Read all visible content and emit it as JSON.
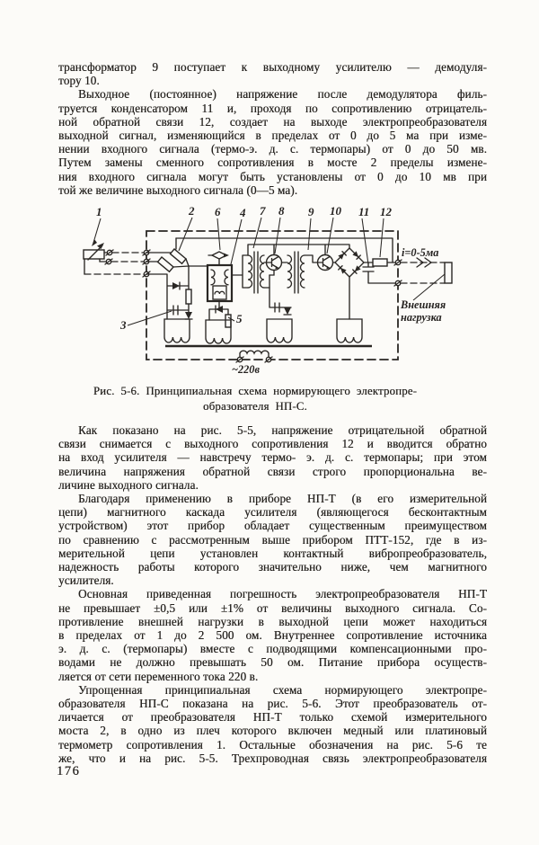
{
  "page": {
    "number": "176"
  },
  "content": {
    "paras": [
      {
        "indent": false,
        "lines": [
          "трансформатор 9 поступает к выходному усилителю — демодуля-",
          "тору 10."
        ]
      },
      {
        "indent": true,
        "lines": [
          "Выходное (постоянное) напряжение после демодулятора филь-",
          "труется конденсатором 11 и, проходя по сопротивлению отрицатель-",
          "ной обратной связи 12, создает на выходе электропреобразователя",
          "выходной сигнал, изменяющийся в пределах от 0 до 5 ма при изме-",
          "нении входного сигнала (термо-э. д. с. термопары) от 0 до 50 мв.",
          "Путем замены сменного сопротивления в мосте 2 пределы измене-",
          "ния входного сигнала могут быть установлены от 0 до 10 мв при",
          "той же величине выходного сигнала (0—5 ма)."
        ]
      },
      {
        "indent": true,
        "lines": [
          "Как показано на рис. 5-5, напряжение отрицательной обратной",
          "связи снимается с выходного сопротивления 12 и вводится обратно",
          "на вход усилителя — навстречу термо- э. д. с. термопары; при этом",
          "величина напряжения обратной связи строго пропорциональна ве-",
          "личине выходного сигнала."
        ]
      },
      {
        "indent": true,
        "lines": [
          "Благодаря применению в приборе НП-Т (в его измерительной",
          "цепи) магнитного каскада усилителя (являющегося бесконтактным",
          "устройством) этот прибор обладает существенным преимуществом",
          "по сравнению с рассмотренным выше прибором ПТТ-152, где в из-",
          "мерительной цепи установлен контактный вибропреобразователь,",
          "надежность работы которого значительно ниже, чем магнитного",
          "усилителя."
        ]
      },
      {
        "indent": true,
        "lines": [
          "Основная приведенная погрешность электропреобразователя НП-Т",
          "не превышает ±0,5 или ±1% от величины выходного сигнала. Со-",
          "противление внешней нагрузки в выходной цепи может находиться",
          "в пределах от 1 до 2 500 ом. Внутреннее сопротивление источника",
          "э. д. с. (термопары) вместе с подводящими компенсационными про-",
          "водами не должно превышать 50 ом. Питание прибора осуществ-",
          "ляется от сети переменного тока 220 в."
        ]
      },
      {
        "indent": true,
        "lines": [
          "Упрощенная принципиальная схема нормирующего электропре-",
          "образователя НП-С показана на рис. 5-6. Этот преобразователь от-",
          "личается от преобразователя НП-Т только схемой измерительного",
          "моста 2, в одно из плеч которого включен медный или платиновый",
          "термометр сопротивления 1. Остальные обозначения на рис. 5-6 те",
          "же, что и на рис. 5-5. Трехпроводная связь электропреобразователя"
        ]
      }
    ]
  },
  "figure": {
    "caption": [
      "Рис. 5-6. Принципиальная схема нормирующего электропре-",
      "образователя НП-С."
    ],
    "callouts": {
      "n1": "1",
      "n2": "2",
      "n3": "3",
      "n4": "4",
      "n5": "5",
      "n6": "6",
      "n7": "7",
      "n8": "8",
      "n9": "9",
      "n10": "10",
      "n11": "11",
      "n12": "12"
    },
    "labels": {
      "output_current": "i=0-5ма",
      "external_load_line1": "Внешняя",
      "external_load_line2": "нагрузка",
      "power": "~220в"
    }
  },
  "colors": {
    "paper": "#fcfbf8",
    "ink": "#2a2724"
  }
}
